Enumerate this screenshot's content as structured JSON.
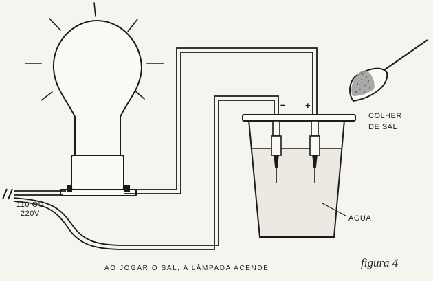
{
  "labels": {
    "voltage_line1": "110 OU",
    "voltage_line2": "220V",
    "spoon_line1": "COLHER",
    "spoon_line2": "DE SAL",
    "water": "ÁGUA",
    "minus": "–",
    "plus": "+",
    "caption": "AO JOGAR O SAL, A LÂMPADA ACENDE",
    "figure": "figura 4"
  },
  "colors": {
    "ink": "#1b1b1b",
    "paper": "#f6f4ef",
    "water_fill": "#ece9e2",
    "salt": "#9a9a9a"
  }
}
